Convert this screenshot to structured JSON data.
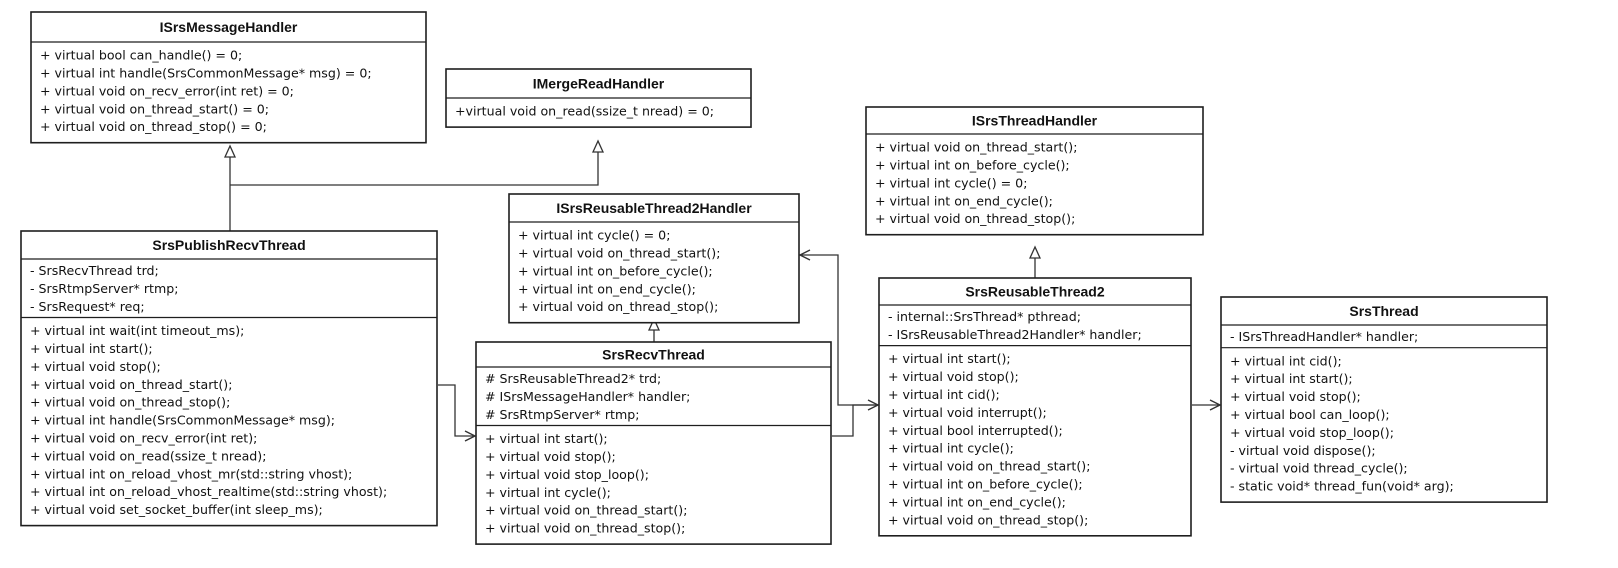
{
  "classes": [
    {
      "id": "ISrsMessageHandler",
      "name": "ISrsMessageHandler",
      "attributes": [],
      "methods": [
        "+ virtual bool can_handle() = 0;",
        "+ virtual int handle(SrsCommonMessage* msg) = 0;",
        "+ virtual void on_recv_error(int ret) = 0;",
        "+ virtual void on_thread_start() = 0;",
        "+ virtual void on_thread_stop() = 0;"
      ]
    },
    {
      "id": "IMergeReadHandler",
      "name": "IMergeReadHandler",
      "attributes": [],
      "methods": [
        "+virtual void on_read(ssize_t nread) = 0;"
      ]
    },
    {
      "id": "ISrsThreadHandler",
      "name": "ISrsThreadHandler",
      "attributes": [],
      "methods": [
        "+ virtual void on_thread_start();",
        "+ virtual int on_before_cycle();",
        "+ virtual int cycle() = 0;",
        "+ virtual int on_end_cycle();",
        "+ virtual void on_thread_stop();"
      ]
    },
    {
      "id": "ISrsReusableThread2Handler",
      "name": "ISrsReusableThread2Handler",
      "attributes": [],
      "methods": [
        "+ virtual int cycle() = 0;",
        "+ virtual void on_thread_start();",
        "+ virtual int on_before_cycle();",
        "+ virtual int on_end_cycle();",
        "+ virtual void on_thread_stop();"
      ]
    },
    {
      "id": "SrsPublishRecvThread",
      "name": "SrsPublishRecvThread",
      "attributes": [
        "- SrsRecvThread trd;",
        "- SrsRtmpServer* rtmp;",
        "- SrsRequest* req;"
      ],
      "methods": [
        "+ virtual int wait(int timeout_ms);",
        "+ virtual int start();",
        "+ virtual void stop();",
        "+ virtual void on_thread_start();",
        "+ virtual void on_thread_stop();",
        "+ virtual int handle(SrsCommonMessage* msg);",
        "+ virtual void on_recv_error(int ret);",
        "+ virtual void on_read(ssize_t nread);",
        "+ virtual int on_reload_vhost_mr(std::string vhost);",
        "+ virtual int on_reload_vhost_realtime(std::string vhost);",
        "+ virtual void set_socket_buffer(int sleep_ms);"
      ]
    },
    {
      "id": "SrsRecvThread",
      "name": "SrsRecvThread",
      "attributes": [
        "# SrsReusableThread2* trd;",
        "# ISrsMessageHandler* handler;",
        "# SrsRtmpServer* rtmp;"
      ],
      "methods": [
        "+ virtual int start();",
        "+ virtual void stop();",
        "+ virtual void stop_loop();",
        "+ virtual int cycle();",
        "+ virtual void on_thread_start();",
        "+ virtual void on_thread_stop();"
      ]
    },
    {
      "id": "SrsReusableThread2",
      "name": "SrsReusableThread2",
      "attributes": [
        "- internal::SrsThread* pthread;",
        "- ISrsReusableThread2Handler* handler;"
      ],
      "methods": [
        "+ virtual int start();",
        "+ virtual void stop();",
        "+ virtual int cid();",
        "+ virtual void interrupt();",
        "+ virtual bool interrupted();",
        "+ virtual int cycle();",
        "+ virtual void on_thread_start();",
        "+ virtual int on_before_cycle();",
        "+ virtual int on_end_cycle();",
        "+ virtual void on_thread_stop();"
      ]
    },
    {
      "id": "SrsThread",
      "name": "SrsThread",
      "attributes": [
        "- ISrsThreadHandler* handler;"
      ],
      "methods": [
        "+ virtual int cid();",
        "+ virtual int start();",
        "+ virtual void stop();",
        "+ virtual bool can_loop();",
        "+ virtual void stop_loop();",
        "- virtual void dispose();",
        "- virtual void thread_cycle();",
        "- static void* thread_fun(void* arg);"
      ]
    }
  ],
  "colors": {
    "box_stroke": "#1e1e1e",
    "line": "#333333",
    "text": "#111111",
    "background": "#ffffff"
  }
}
